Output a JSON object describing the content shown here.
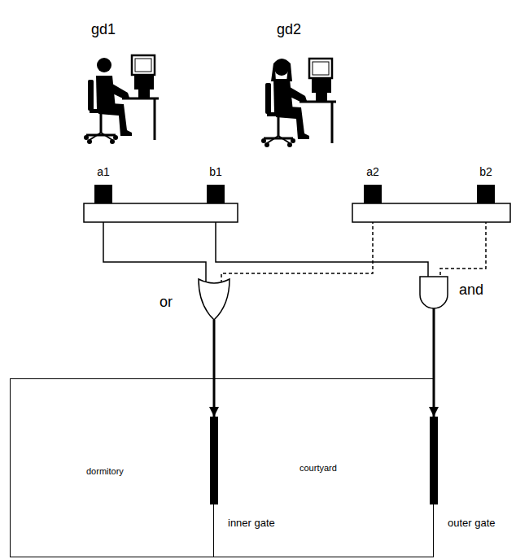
{
  "diagram": {
    "nodes": [
      {
        "text": [
          "a1"
        ]
      },
      {
        "text": [
          "b1"
        ]
      },
      {
        "text": [
          "a2"
        ]
      },
      {
        "text": [
          "b2"
        ]
      },
      {
        "text": [
          "or"
        ]
      },
      {
        "text": [
          "and"
        ]
      },
      {
        "text": [
          "dormitory"
        ]
      },
      {
        "text": [
          "inner gate"
        ]
      },
      {
        "text": [
          "courtyard"
        ]
      },
      {
        "text": [
          "outer gate"
        ]
      }
    ],
    "edges": [
      {
        "from": 0,
        "to": 4,
        "arrow": "none"
      },
      {
        "from": 1,
        "to": 5,
        "arrow": "none"
      },
      {
        "from": 2,
        "to": 4,
        "arrow": "none"
      },
      {
        "from": 3,
        "to": 5,
        "arrow": "none"
      },
      {
        "from": 4,
        "to": 7,
        "arrow": "to"
      },
      {
        "from": 5,
        "to": 9,
        "arrow": "to"
      }
    ],
    "labels": [
      "gd1",
      "gd2"
    ]
  }
}
